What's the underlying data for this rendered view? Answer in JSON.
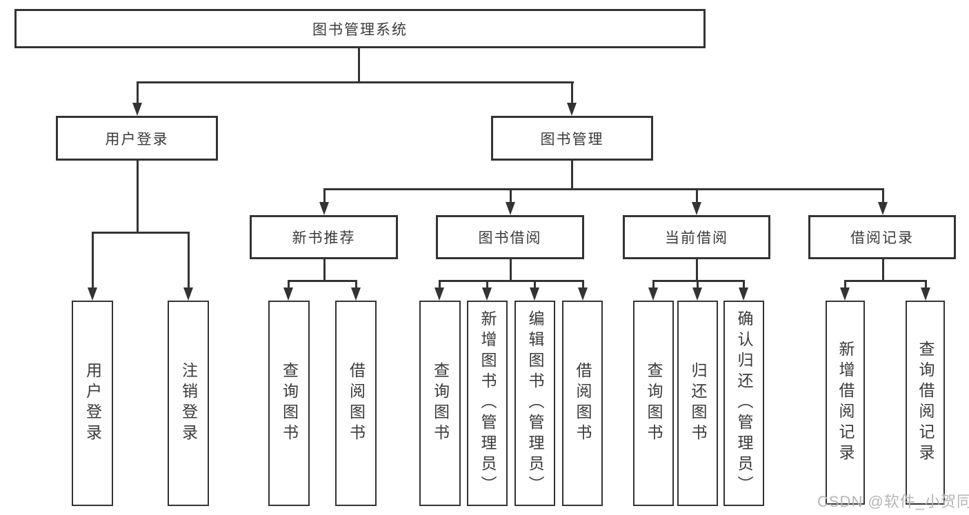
{
  "diagram": {
    "root": "图书管理系统",
    "level2": {
      "login": "用户登录",
      "management": "图书管理"
    },
    "level3": {
      "recommend": "新书推荐",
      "borrow": "图书借阅",
      "current": "当前借阅",
      "records": "借阅记录"
    },
    "leaves": {
      "login": [
        "用户登录",
        "注销登录"
      ],
      "recommend": [
        "查询图书",
        "借阅图书"
      ],
      "borrow": [
        "查询图书",
        "新增图书（管理员）",
        "编辑图书（管理员）",
        "借阅图书"
      ],
      "current": [
        "查询图书",
        "归还图书",
        "确认归还（管理员）"
      ],
      "records": [
        "新增借阅记录",
        "查询借阅记录"
      ]
    }
  },
  "watermark": "CSDN @软件_小贺同学",
  "colors": {
    "line": "#333333",
    "text": "#3a3a3a",
    "watermark": "#b5b5b5",
    "background": "#ffffff"
  }
}
